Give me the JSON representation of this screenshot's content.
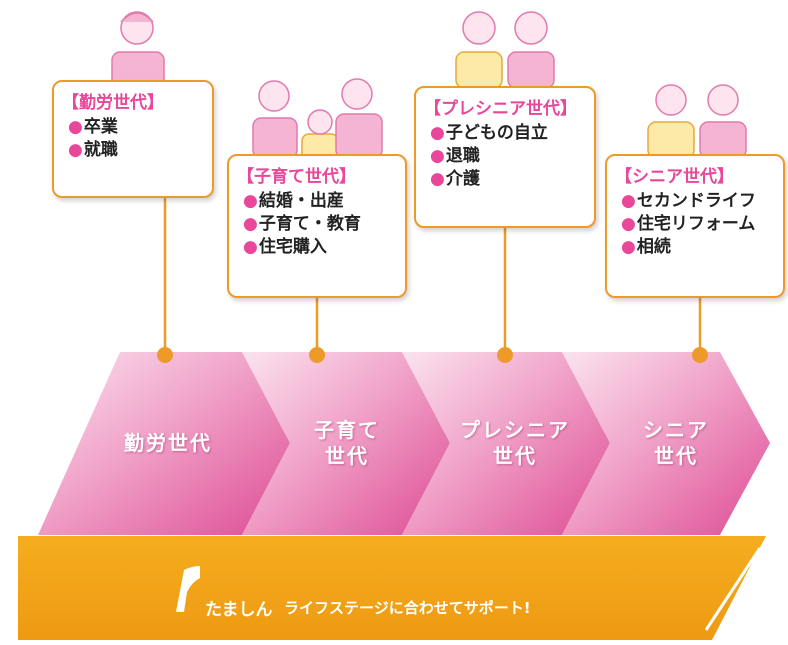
{
  "stages": [
    {
      "label": "勤労世代"
    },
    {
      "label": "子育て\n世代"
    },
    {
      "label": "プレシニア\n世代"
    },
    {
      "label": "シニア\n世代"
    }
  ],
  "cards": [
    {
      "title": "【勤労世代】",
      "items": [
        "卒業",
        "就職"
      ]
    },
    {
      "title": "【子育て世代】",
      "items": [
        "結婚・出産",
        "子育て・教育",
        "住宅購入"
      ]
    },
    {
      "title": "【プレシニア世代】",
      "items": [
        "子どもの自立",
        "退職",
        "介護"
      ]
    },
    {
      "title": "【シニア世代】",
      "items": [
        "セカンドライフ",
        "住宅リフォーム",
        "相続"
      ]
    }
  ],
  "bullet": "●",
  "brand": {
    "name": "たましん",
    "slogan": "ライフステージに合わせてサポート!"
  },
  "colors": {
    "orange": "#f0a21c",
    "card_border": "#ee9a2b",
    "pink": "#e0529a",
    "pink_light": "#f8cfe4",
    "title_pink": "#e8479a"
  }
}
